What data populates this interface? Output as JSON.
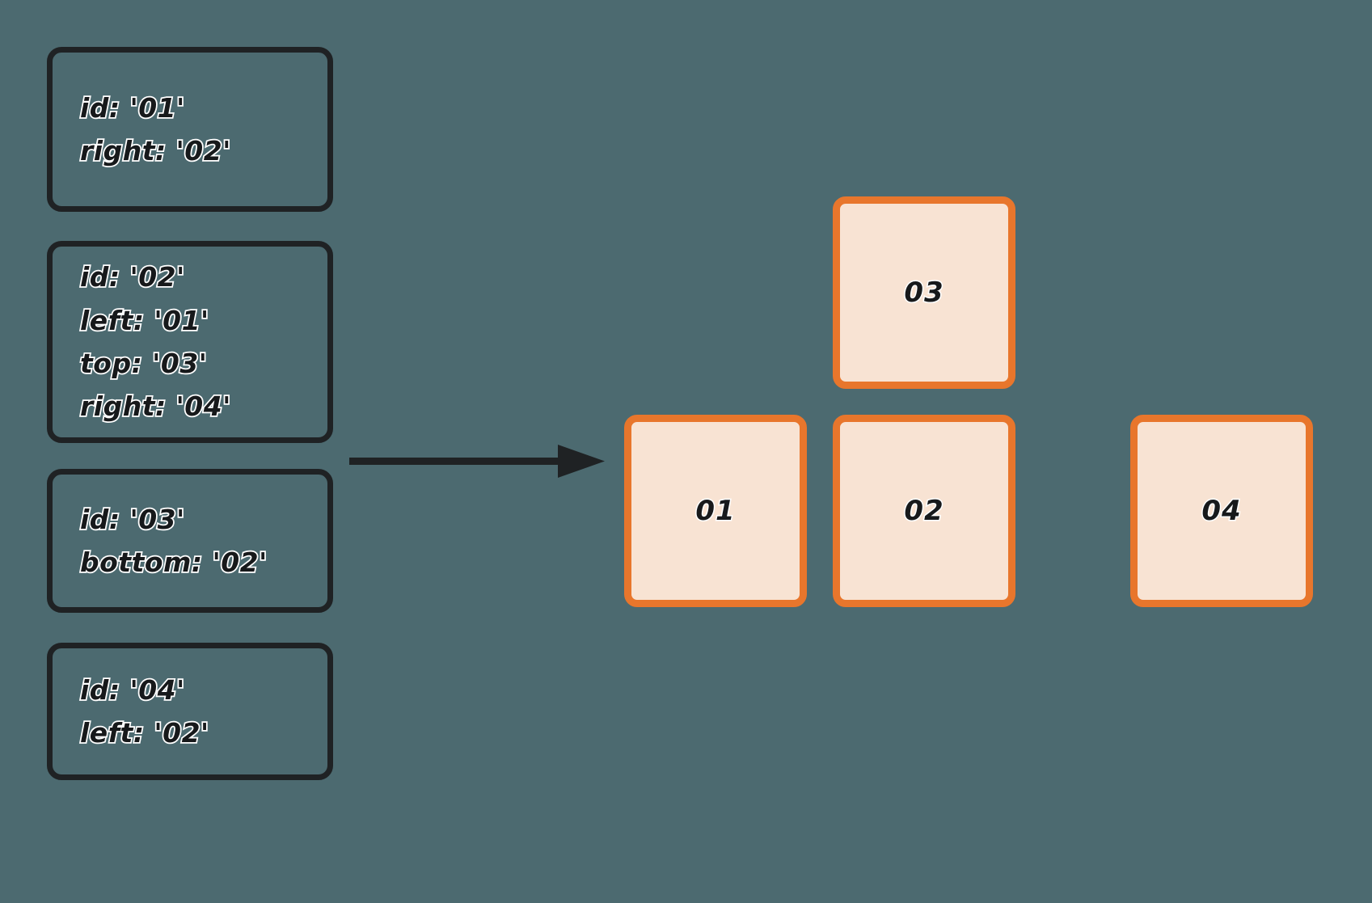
{
  "colors": {
    "background": "#4c6a70",
    "spec_box_border": "#1f2224",
    "text_fill": "#17191b",
    "text_outline": "#ffffff",
    "tile_border": "#e8762c",
    "tile_fill": "#f8e3d3",
    "arrow": "#1f2224"
  },
  "diagram": {
    "type": "transform",
    "arrow_direction": "right",
    "spec_boxes": [
      {
        "id": "01",
        "lines": [
          "id: '01'",
          "right: '02'"
        ]
      },
      {
        "id": "02",
        "lines": [
          "id: '02'",
          "left: '01'",
          "top: '03'",
          "right: '04'"
        ]
      },
      {
        "id": "03",
        "lines": [
          "id: '03'",
          "bottom: '02'"
        ]
      },
      {
        "id": "04",
        "lines": [
          "id: '04'",
          "left: '02'"
        ]
      }
    ],
    "tiles": [
      {
        "label": "03",
        "row": "top",
        "column": "center"
      },
      {
        "label": "01",
        "row": "bottom",
        "column": "left"
      },
      {
        "label": "02",
        "row": "bottom",
        "column": "center"
      },
      {
        "label": "04",
        "row": "bottom",
        "column": "right"
      }
    ]
  }
}
